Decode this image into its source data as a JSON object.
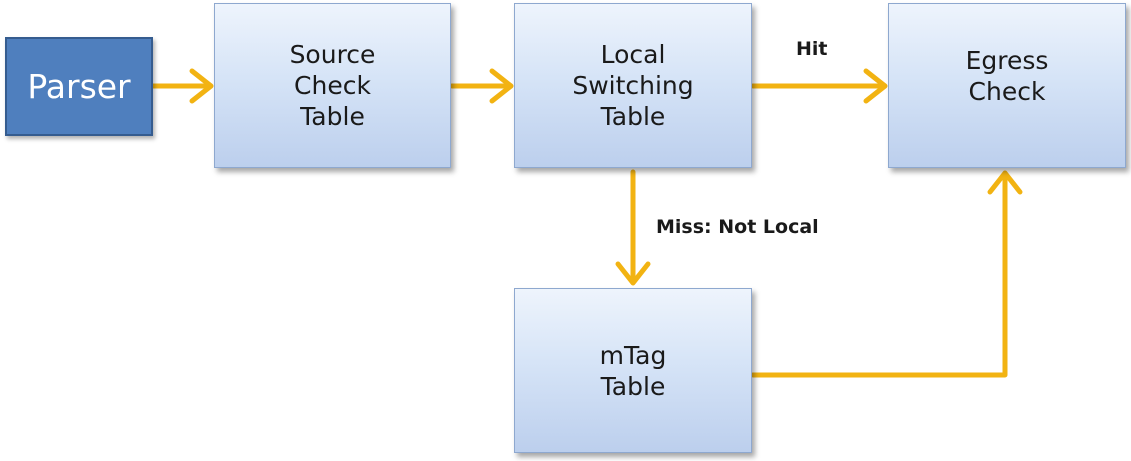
{
  "diagram": {
    "nodes": {
      "parser": {
        "label": "Parser"
      },
      "source_check": {
        "label": "Source\nCheck\nTable"
      },
      "local_switching": {
        "label": "Local\nSwitching\nTable"
      },
      "egress_check": {
        "label": "Egress\nCheck"
      },
      "mtag_table": {
        "label": "mTag\nTable"
      }
    },
    "edges": {
      "hit": {
        "label": "Hit"
      },
      "miss": {
        "label": "Miss: Not Local"
      }
    },
    "colors": {
      "arrow": "#f2b312",
      "parser_fill": "#4f7fbe",
      "box_fill_top": "#eef4fc",
      "box_fill_bottom": "#bccfed"
    }
  }
}
